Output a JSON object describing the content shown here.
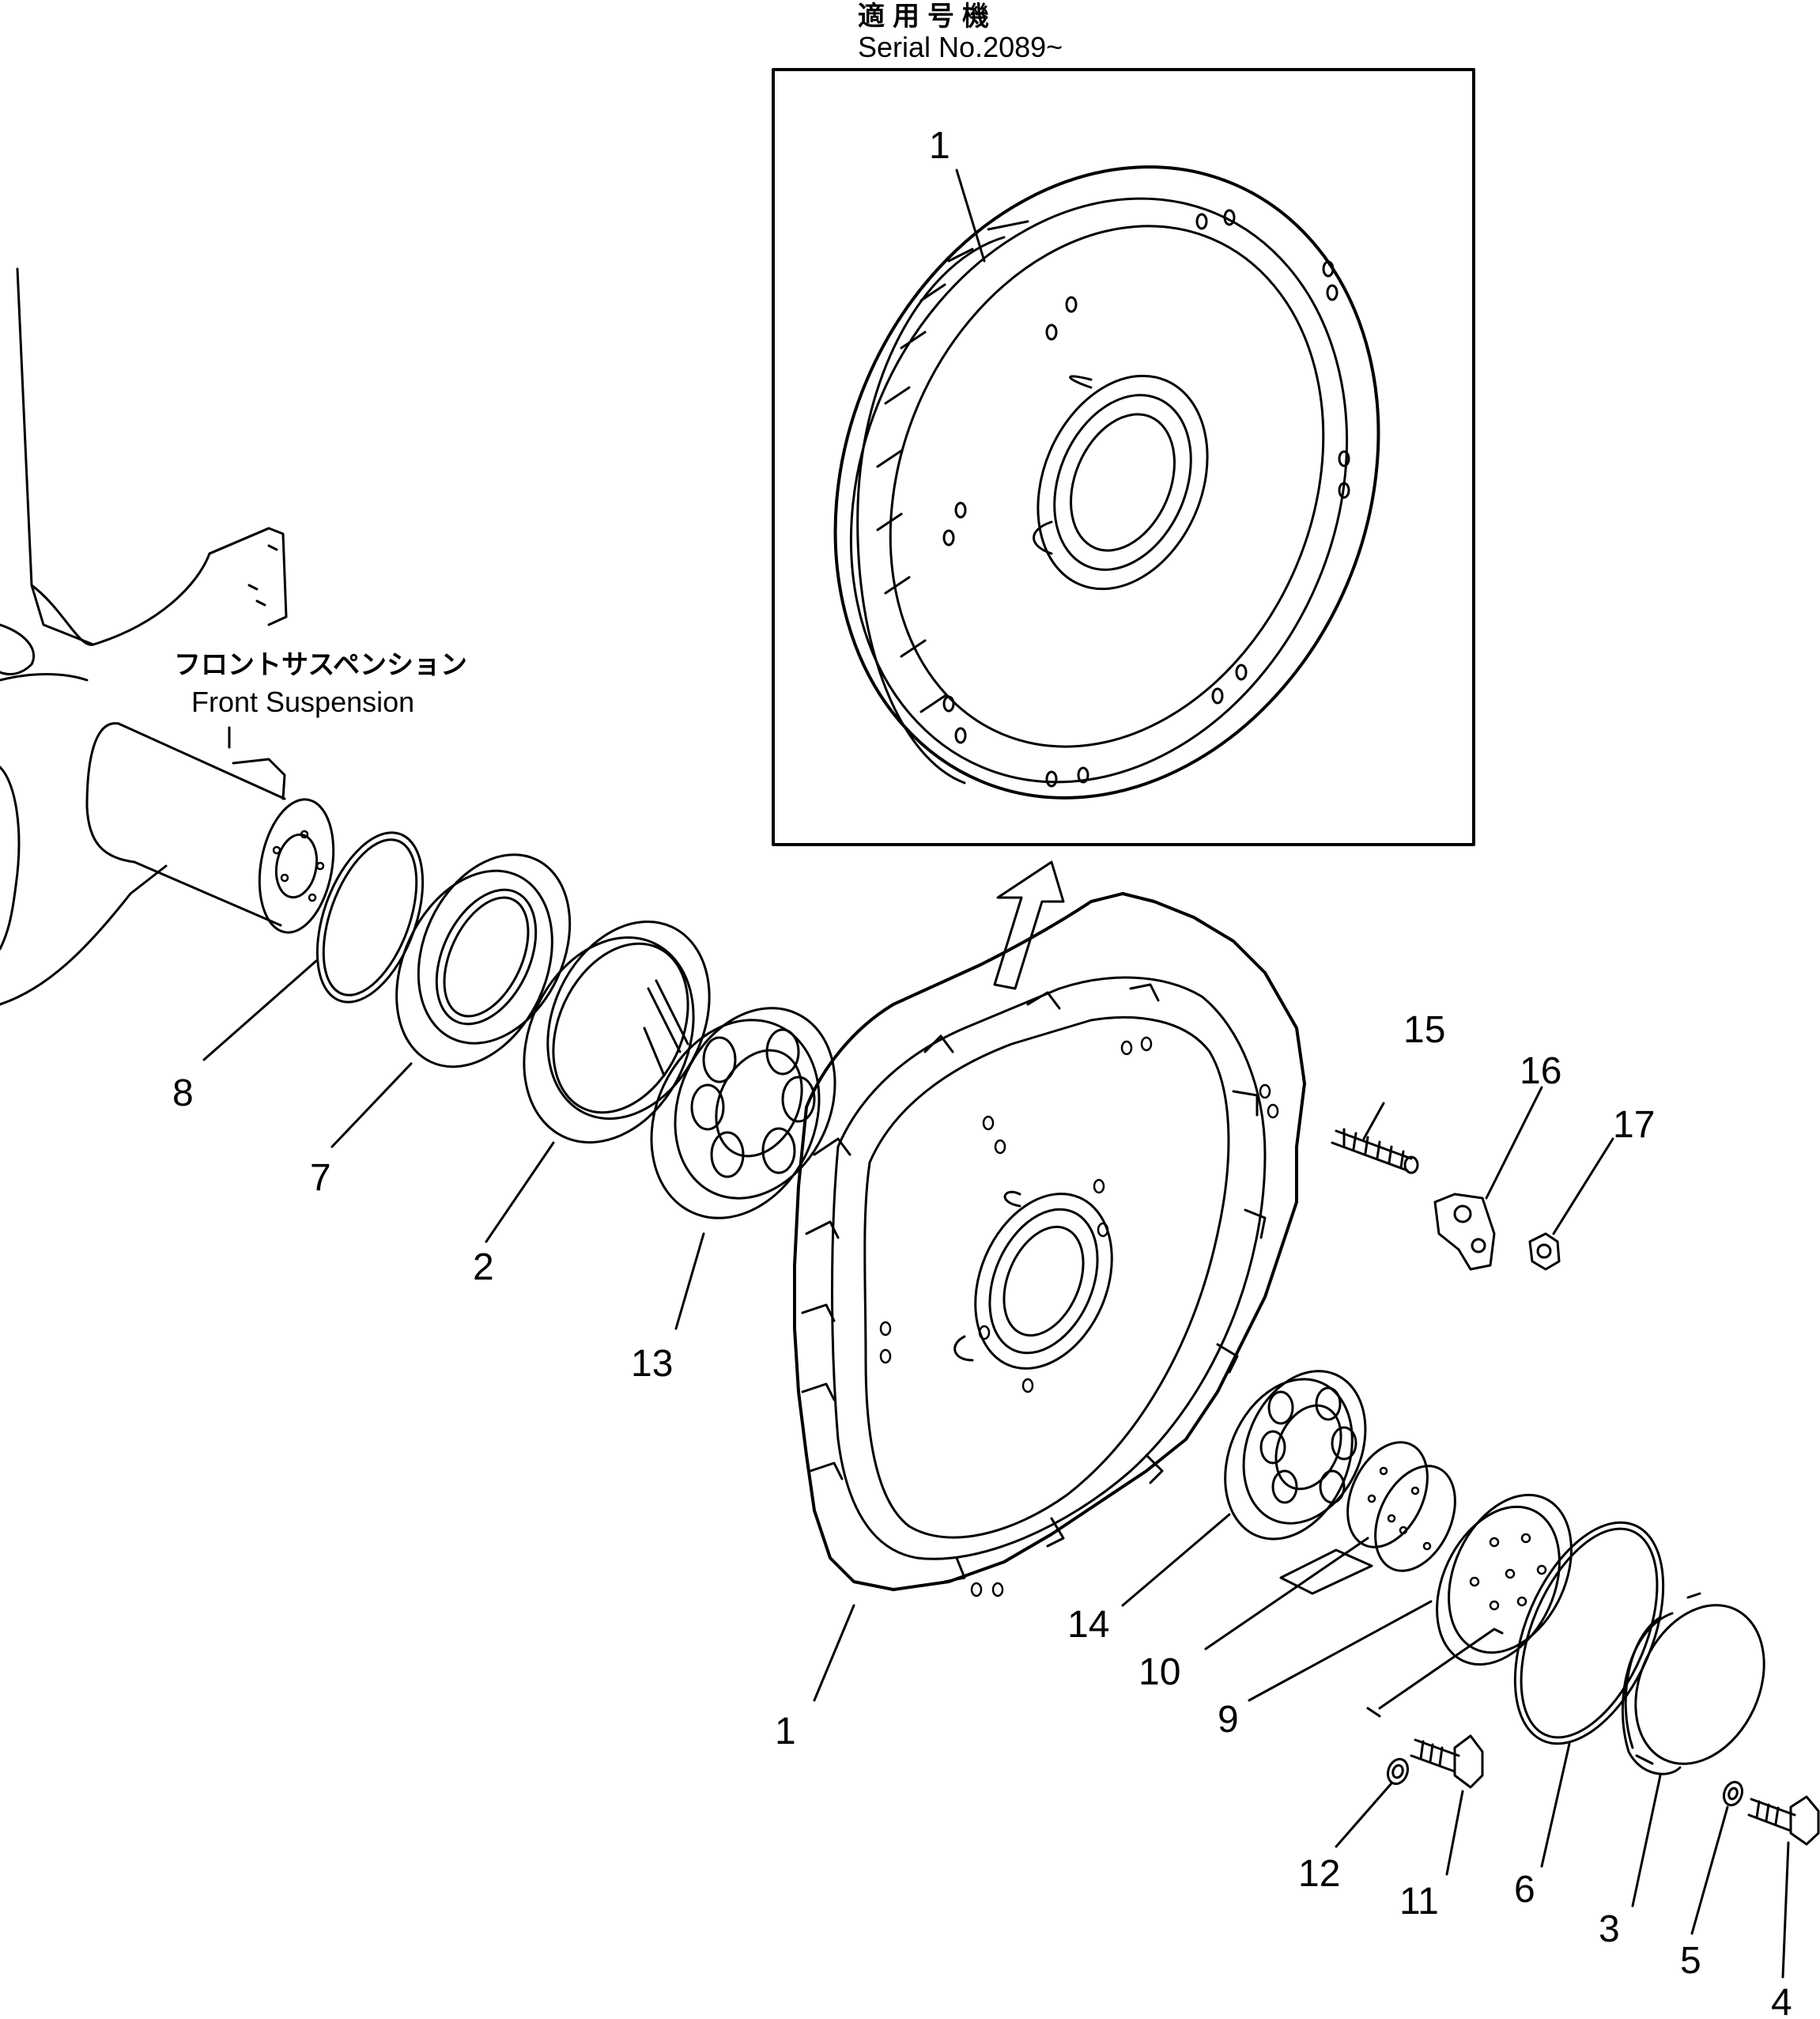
{
  "header": {
    "serial_jp": "適用号機",
    "serial_en": "Serial No.2089~"
  },
  "suspension_label": {
    "jp": "フロントサスペンション",
    "en": "Front Suspension"
  },
  "inset": {
    "callout": "1"
  },
  "callouts": {
    "c1": "1",
    "c2": "2",
    "c3": "3",
    "c4": "4",
    "c5": "5",
    "c6": "6",
    "c7": "7",
    "c8": "8",
    "c9": "9",
    "c10": "10",
    "c11": "11",
    "c12": "12",
    "c13": "13",
    "c14": "14",
    "c15": "15",
    "c16": "16",
    "c17": "17"
  },
  "colors": {
    "ink": "#000000",
    "paper": "#ffffff"
  }
}
